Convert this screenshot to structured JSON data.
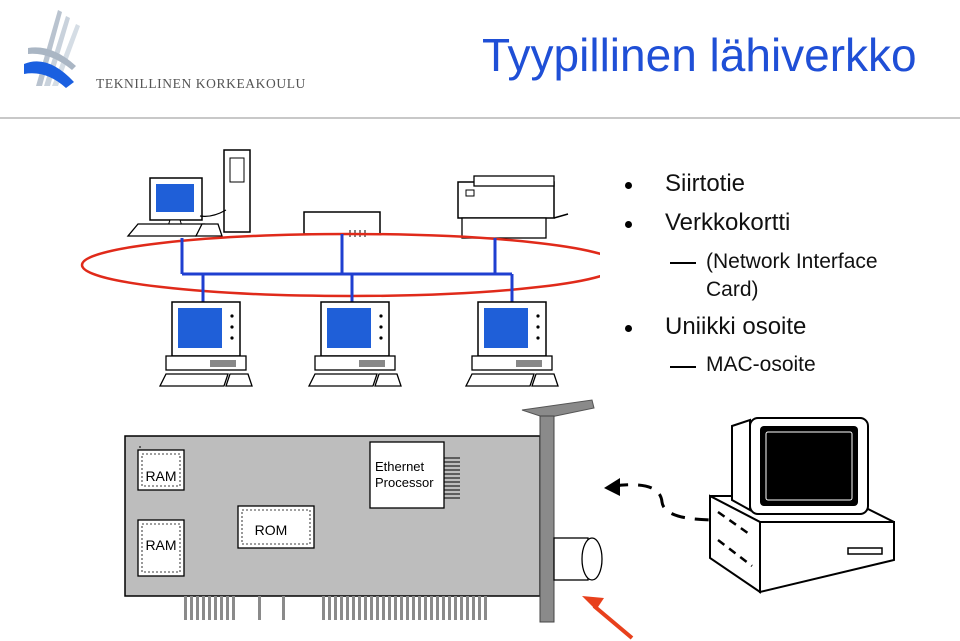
{
  "header": {
    "title": "Tyypillinen lähiverkko",
    "logo_text": "TEKNILLINEN KORKEAKOULU"
  },
  "bullets": [
    {
      "text": "Siirtotie",
      "sub": []
    },
    {
      "text": "Verkkokortti",
      "sub": [
        "(Network Interface",
        "Card)"
      ]
    },
    {
      "text": "Uniikki osoite",
      "sub": [
        "MAC-osoite"
      ]
    }
  ],
  "nic": {
    "ram_top": "RAM",
    "ram_bottom": "RAM",
    "rom": "ROM",
    "ethernet_line1": "Ethernet",
    "ethernet_line2": "Processor"
  },
  "colors": {
    "title": "#1f4fd6",
    "network_wire": "#1f3fd0",
    "ring": "#e02a1a",
    "arrow": "#e8401c",
    "card_board": "#bdbdbd"
  }
}
